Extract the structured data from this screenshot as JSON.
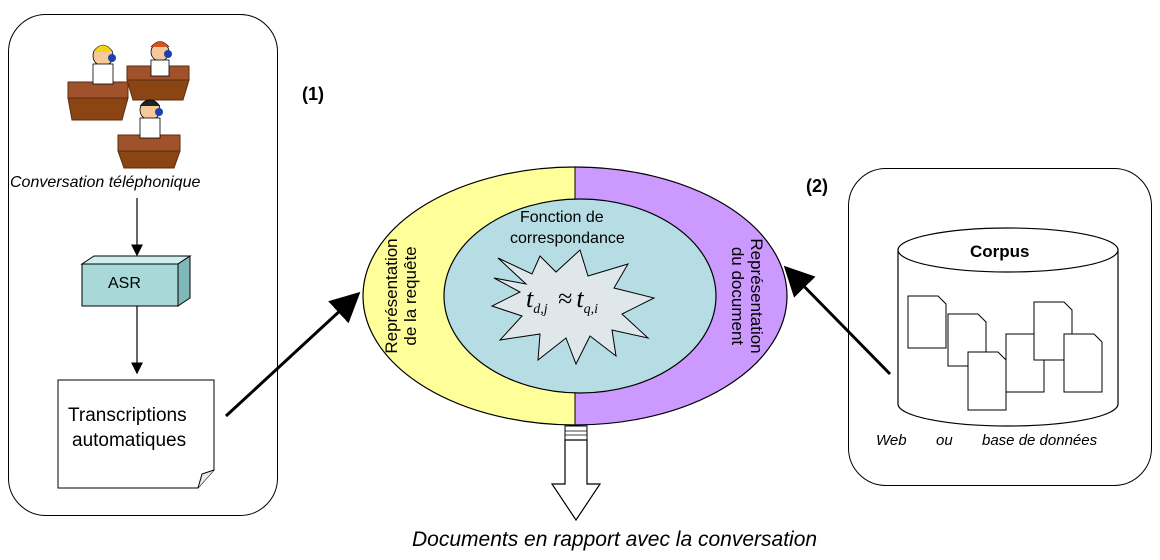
{
  "labels": {
    "step1": "(1)",
    "step2": "(2)",
    "conversation": "Conversation téléphonique",
    "asr": "ASR",
    "transcriptions_line1": "Transcriptions",
    "transcriptions_line2": "automatiques",
    "query_rep_line1": "Représentation",
    "query_rep_line2": "de la requête",
    "doc_rep_line1": "Représentation",
    "doc_rep_line2": "du document",
    "matching_line1": "Fonction de",
    "matching_line2": "correspondance",
    "corpus": "Corpus",
    "source_web": "Web",
    "source_or": "ou",
    "source_db": "base de données",
    "output": "Documents en rapport avec la conversation"
  },
  "formula": {
    "left_var": "t",
    "left_sub": "d,j",
    "approx": "≈",
    "right_var": "t",
    "right_sub": "q,i"
  },
  "colors": {
    "query_half": "#ffff99",
    "doc_half": "#cc99ff",
    "inner_ellipse": "#b7dde4",
    "asr_box": "#a8d8d8",
    "desk": "#a0522d"
  }
}
